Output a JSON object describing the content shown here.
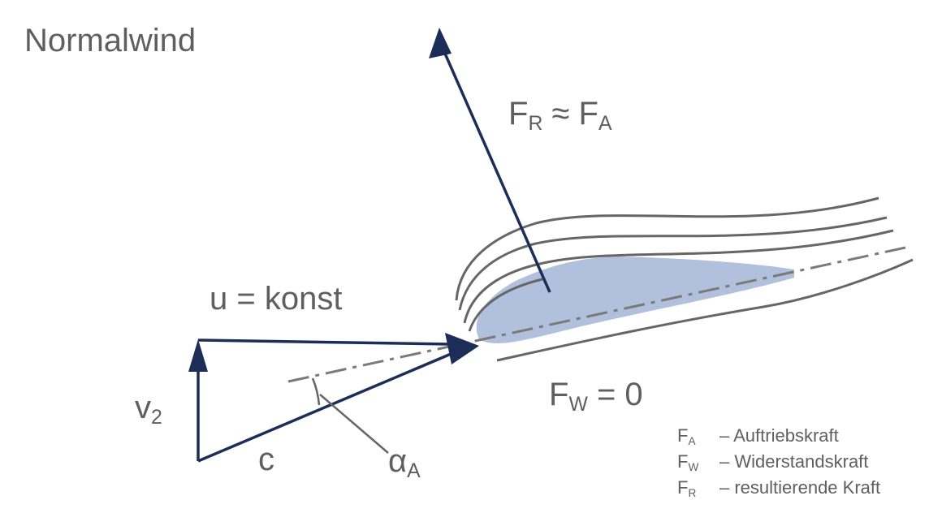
{
  "title": "Normalwind",
  "labels": {
    "resultant": {
      "main": "F",
      "sub": "R",
      "approx": " ≈ F",
      "sub2": "A"
    },
    "drag": {
      "main": "F",
      "sub": "W",
      "rest": " = 0"
    },
    "u": "u = konst",
    "v": {
      "main": "v",
      "sub": "2"
    },
    "c": "c",
    "alpha": {
      "main": "α",
      "sub": "A"
    }
  },
  "legend": [
    {
      "symbol": "F",
      "sub": "A",
      "text": "– Auftriebskraft"
    },
    {
      "symbol": "F",
      "sub": "W",
      "text": "– Widerstandskraft"
    },
    {
      "symbol": "F",
      "sub": "R",
      "text": "– resultierende Kraft"
    }
  ],
  "colors": {
    "vector": "#1c2e57",
    "text": "#5f5f5f",
    "streamline": "#666666",
    "airfoil": "#b1c0dc",
    "axis": "#7a7a7a"
  }
}
